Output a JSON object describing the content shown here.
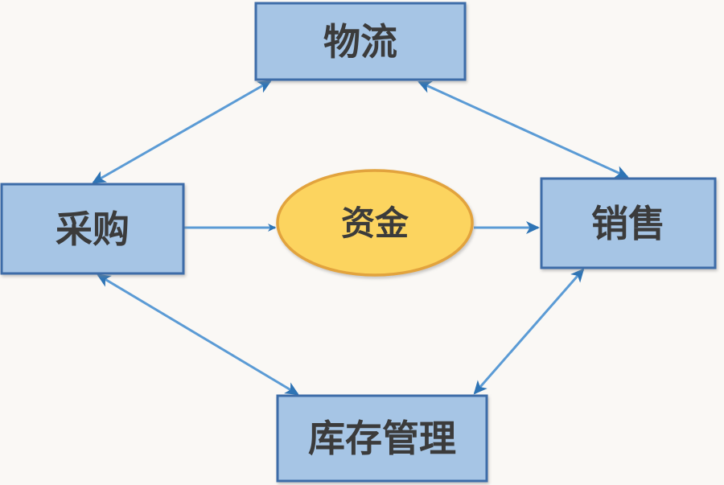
{
  "diagram": {
    "type": "relationship-flow-diagram",
    "nodes": {
      "logistics": {
        "label": "物流",
        "shape": "rectangle",
        "position": "top"
      },
      "procurement": {
        "label": "采购",
        "shape": "rectangle",
        "position": "left"
      },
      "sales": {
        "label": "销售",
        "shape": "rectangle",
        "position": "right"
      },
      "inventory": {
        "label": "库存管理",
        "shape": "rectangle",
        "position": "bottom"
      },
      "funds": {
        "label": "资金",
        "shape": "ellipse",
        "position": "center"
      }
    },
    "edges": [
      {
        "from": "采购",
        "to": "物流",
        "direction": "bidirectional"
      },
      {
        "from": "销售",
        "to": "物流",
        "direction": "bidirectional"
      },
      {
        "from": "采购",
        "to": "库存管理",
        "direction": "bidirectional"
      },
      {
        "from": "销售",
        "to": "库存管理",
        "direction": "bidirectional"
      },
      {
        "from": "采购",
        "to": "资金",
        "direction": "one-way"
      },
      {
        "from": "资金",
        "to": "销售",
        "direction": "one-way"
      }
    ],
    "colors": {
      "background": "#FAF8F5",
      "box_fill": "#A6C5E5",
      "box_border": "#3C6CA8",
      "ellipse_fill": "#FCD45F",
      "ellipse_border": "#E2A33D",
      "arrow_line": "#5B9BD5",
      "arrow_head": "#2E74B5",
      "text": "#3B3B3B"
    }
  }
}
